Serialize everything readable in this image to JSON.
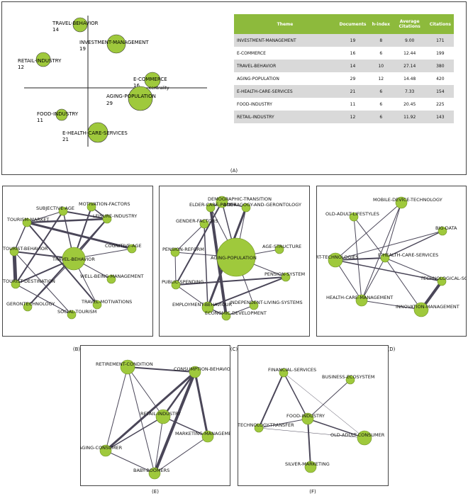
{
  "panelA": {
    "caption": "(A)",
    "strategic_points": [
      {
        "label": "TRAVEL-BEHAVIOR",
        "count": "14"
      },
      {
        "label": "INVESTMENT-MANAGEMENT",
        "count": "19"
      },
      {
        "label": "RETAIL-INDUSTRY",
        "count": "12"
      },
      {
        "label": "E-COMMERCE",
        "count": "16"
      },
      {
        "label": "AGING-POPULATION",
        "count": "29"
      },
      {
        "label": "FOOD-INDUSTRY",
        "count": "11"
      },
      {
        "label": "E-HEALTH-CARE-SERVICES",
        "count": "21"
      }
    ],
    "overlap_label": "centrality",
    "table": {
      "headers": [
        "Theme",
        "Documents",
        "h-index",
        "Average Citations",
        "Citations"
      ],
      "rows": [
        [
          "INVESTMENT-MANAGEMENT",
          "19",
          "8",
          "9.00",
          "171"
        ],
        [
          "E-COMMERCE",
          "16",
          "6",
          "12.44",
          "199"
        ],
        [
          "TRAVEL-BEHAVIOR",
          "14",
          "10",
          "27.14",
          "380"
        ],
        [
          "AGING-POPULATION",
          "29",
          "12",
          "14.48",
          "420"
        ],
        [
          "E-HEALTH-CARE-SERVICES",
          "21",
          "6",
          "7.33",
          "154"
        ],
        [
          "FOOD-INDUSTRY",
          "11",
          "6",
          "20.45",
          "225"
        ],
        [
          "RETAIL-INDUSTRY",
          "12",
          "6",
          "11.92",
          "143"
        ]
      ]
    }
  },
  "networks": {
    "B": {
      "caption": "(B)",
      "nodes": [
        "MOTIVATION-FACTORS",
        "SUBJECTIVE-AGE",
        "LEISURE-INDUSTRY",
        "TOURISM-MARKET",
        "COGNITIVE-AGE",
        "TOURIST-BEHAVIOR",
        "TRAVEL-BEHAVIOR",
        "TOURIST-DESTINATION",
        "WELL-BEING-MANAGEMENT",
        "GERONTECHNOLOGY",
        "TRAVEL-MOTIVATIONS",
        "SOCIAL-TOURISM"
      ]
    },
    "C": {
      "caption": "(C)",
      "nodes": [
        "DEMOGRAPHIC-TRANSITION",
        "ELDER-CARE-POLICY",
        "ANDRAGOGY-AND-GERONTOLOGY",
        "GENDER-FACTORS",
        "AGE-STRUCTURE",
        "PENSION-REFORM",
        "AGING-POPULATION",
        "PENSION-SYSTEM",
        "PUBLIC-SPENDING",
        "INDEPENDENT-LIVING-SYSTEMS",
        "EMPLOYMENT-BEHAVIOUR",
        "ECONOMIC-DEVELOPMENT"
      ]
    },
    "D": {
      "caption": "(D)",
      "nodes": [
        "MOBILE-DEVICE-TECHNOLOGY",
        "OLD-ADULT-LIFESTYLES",
        "BIG-DATA",
        "E-HEALTH-CARE-SERVICES",
        "SMART-TECHNOLOGIES",
        "TECHNOLOGICAL-SOLUTION",
        "HEALTH-CARE-MANAGEMENT",
        "INNOVATION-MANAGEMENT"
      ]
    },
    "E": {
      "caption": "(E)",
      "nodes": [
        "RETIREMENT-CONDITION",
        "CONSUMPTION-BEHAVIOR",
        "RETAIL-INDUSTRY",
        "AGING-CONSUMER",
        "MARKETING-MANAGEMENT",
        "BABY-BOOMERS"
      ]
    },
    "F": {
      "caption": "(F)",
      "nodes": [
        "FINANCIAL-SERVICES",
        "BUSINESS-ECOSYSTEM",
        "FOOD-INDUSTRY",
        "TECHNOLOGY-TRANSFER",
        "OLD-ADULT-CONSUMER",
        "SILVER-MARKETING"
      ]
    }
  },
  "colors": {
    "node": "#9fc93c",
    "node_border": "#6b8f22",
    "edge": "#4a4658",
    "header": "#8dba3c",
    "shade": "#d9d9d9"
  }
}
